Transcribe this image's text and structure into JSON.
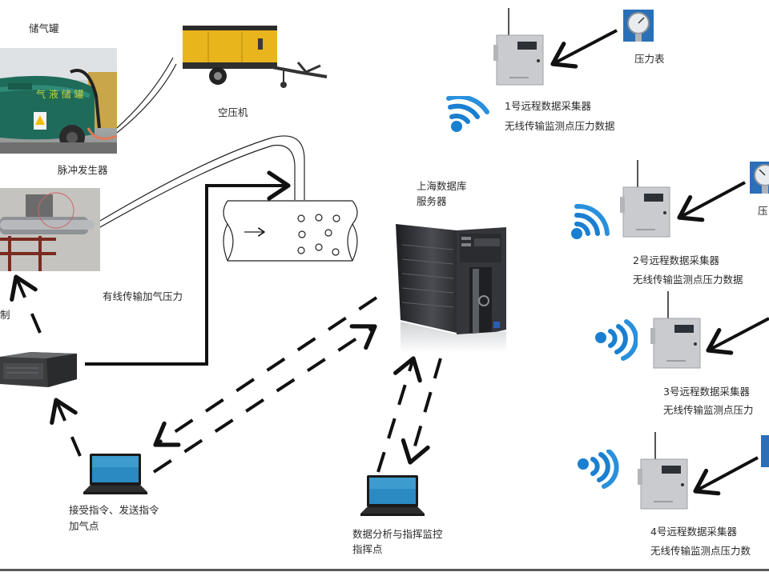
{
  "diagram": {
    "nodes": {
      "tank": {
        "label": "储气罐"
      },
      "compressor": {
        "label": "空压机"
      },
      "pulse_generator": {
        "label": "脉冲发生器"
      },
      "control_partial": {
        "label": "制"
      },
      "wired_link": {
        "label": "有线传输加气压力"
      },
      "server": {
        "label_line1": "上海数据库",
        "label_line2": "服务器"
      },
      "field_laptop": {
        "label_line1": "接受指令、发送指令",
        "label_line2": "加气点"
      },
      "command_laptop": {
        "label_line1": "数据分析与指挥监控",
        "label_line2": "指挥点"
      }
    },
    "pressure_gauge_label": "压力表",
    "pressure_gauge_label_partial": "压",
    "collectors": [
      {
        "line1": "1号远程数据采集器",
        "line2": "无线传输监测点压力数据"
      },
      {
        "line1": "2号远程数据采集器",
        "line2": "无线传输监测点压力数据"
      },
      {
        "line1": "3号远程数据采集器",
        "line2": "无线传输监测点压力"
      },
      {
        "line1": "4号远程数据采集器",
        "line2": "无线传输监测点压力数"
      }
    ],
    "colors": {
      "tank_green": "#1f6b5a",
      "compressor_yellow": "#e8b51c",
      "wifi_blue": "#1a7fd0",
      "gauge_blue": "#2a6fb8",
      "server_dark": "#2b2d31",
      "arrow": "#111111"
    }
  }
}
